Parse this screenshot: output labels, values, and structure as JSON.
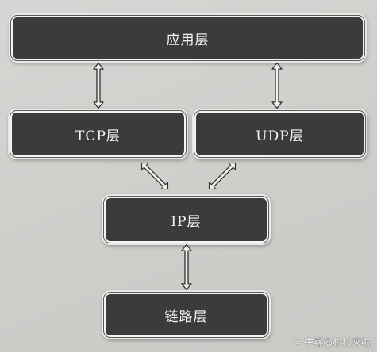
{
  "layers": {
    "application": "应用层",
    "tcp": "TCP层",
    "udp": "UDP层",
    "ip": "IP层",
    "link": "链路层"
  },
  "watermark": {
    "text": "牛客@杉杉来啦",
    "icon": "nowcoder-logo-icon"
  },
  "colors": {
    "background": "#cfcfcc",
    "box_fill": "#3b3b3b",
    "box_text": "#f5f5f5",
    "arrow_outline": "#2f2f2f"
  }
}
